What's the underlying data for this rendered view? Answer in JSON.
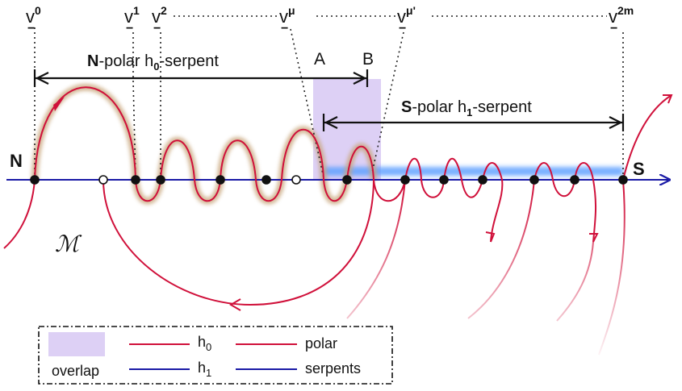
{
  "vertex_labels": [
    {
      "base": "v",
      "sup": "0"
    },
    {
      "base": "v",
      "sup": "1"
    },
    {
      "base": "v",
      "sup": "2"
    },
    {
      "base": "v",
      "sup": "μ"
    },
    {
      "base": "v",
      "sup": "μ'"
    },
    {
      "base": "v",
      "sup": "2m"
    }
  ],
  "vertex_sub": "−",
  "points": {
    "A": "A",
    "B": "B",
    "N": "N",
    "S": "S",
    "M": "ℳ"
  },
  "n_serpent": {
    "pole": "N",
    "text1": "-polar h",
    "sub": "0",
    "text2": "-serpent"
  },
  "s_serpent": {
    "pole": "S",
    "text1": "-polar h",
    "sub": "1",
    "text2": "-serpent"
  },
  "legend": {
    "overlap": "overlap",
    "h0": {
      "base": "h",
      "sub": "0"
    },
    "h1": {
      "base": "h",
      "sub": "1"
    },
    "polar": "polar",
    "serpents": "serpents"
  },
  "colors": {
    "h0": "#d0103a",
    "h1": "#1a1aa6",
    "polar_glow": "#c8a57a",
    "serpent_glow": "#5fa0ff",
    "overlap": "#ddd0f5"
  }
}
